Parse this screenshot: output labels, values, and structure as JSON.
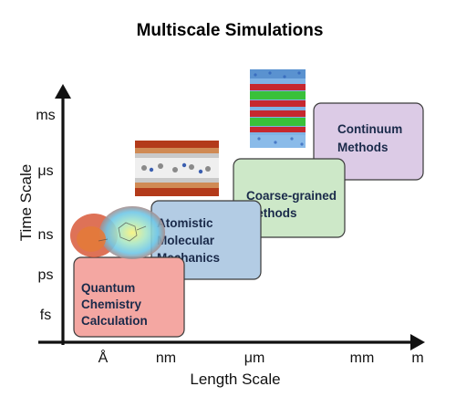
{
  "title": "Multiscale Simulations",
  "axes": {
    "y_label": "Time Scale",
    "x_label": "Length Scale",
    "y_ticks": [
      "ms",
      "μs",
      "ns",
      "ps",
      "fs"
    ],
    "x_ticks": [
      "Å",
      "nm",
      "μm",
      "mm",
      "m"
    ]
  },
  "boxes": [
    {
      "lines": [
        "Quantum",
        "Chemistry",
        "Calculation"
      ],
      "fill": "#f4a7a2"
    },
    {
      "lines": [
        "Atomistic",
        "Molecular",
        "Mechanics"
      ],
      "fill": "#b3cce4"
    },
    {
      "lines": [
        "Coarse-grained",
        "Methods"
      ],
      "fill": "#cde8c8"
    },
    {
      "lines": [
        "Continuum",
        "Methods"
      ],
      "fill": "#dccbe6"
    }
  ],
  "colors": {
    "axis": "#111111",
    "box_border": "#3a3a3a",
    "label_text": "#1a2a4a"
  }
}
